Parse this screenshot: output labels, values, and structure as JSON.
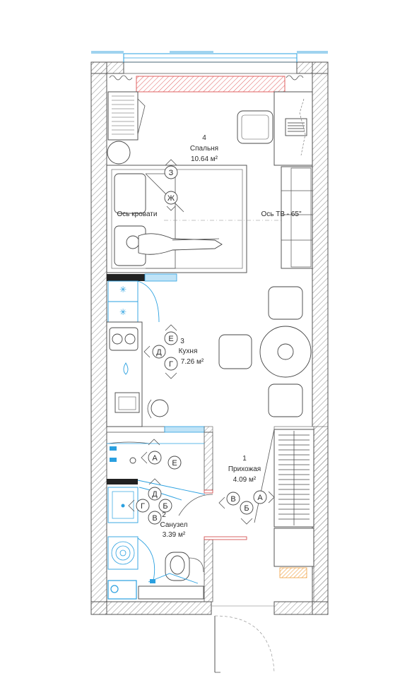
{
  "rooms": [
    {
      "number": "4",
      "name": "Спальня",
      "area": "10.64 м²"
    },
    {
      "number": "3",
      "name": "Кухня",
      "area": "7.26 м²"
    },
    {
      "number": "1",
      "name": "Прихожая",
      "area": "4.09 м²"
    },
    {
      "number": "2",
      "name": "Санузел",
      "area": "3.39 м²"
    }
  ],
  "axes": {
    "bed": "Ось кровати",
    "tv": "Ось ТВ - 65\""
  },
  "markers": {
    "bedroom": [
      "З",
      "Ж"
    ],
    "kitchen": [
      "Е",
      "Д",
      "Г"
    ],
    "hall": [
      "А",
      "Е",
      "В",
      "Б",
      "А"
    ],
    "bath": [
      "Д",
      "Г",
      "Б",
      "В"
    ]
  },
  "colors": {
    "wall_hatch": "#777777",
    "accent_blue": "#2aa0e0",
    "radiator_red": "#e06060",
    "door_red": "#d04040",
    "orange_strip": "#f0a040"
  }
}
